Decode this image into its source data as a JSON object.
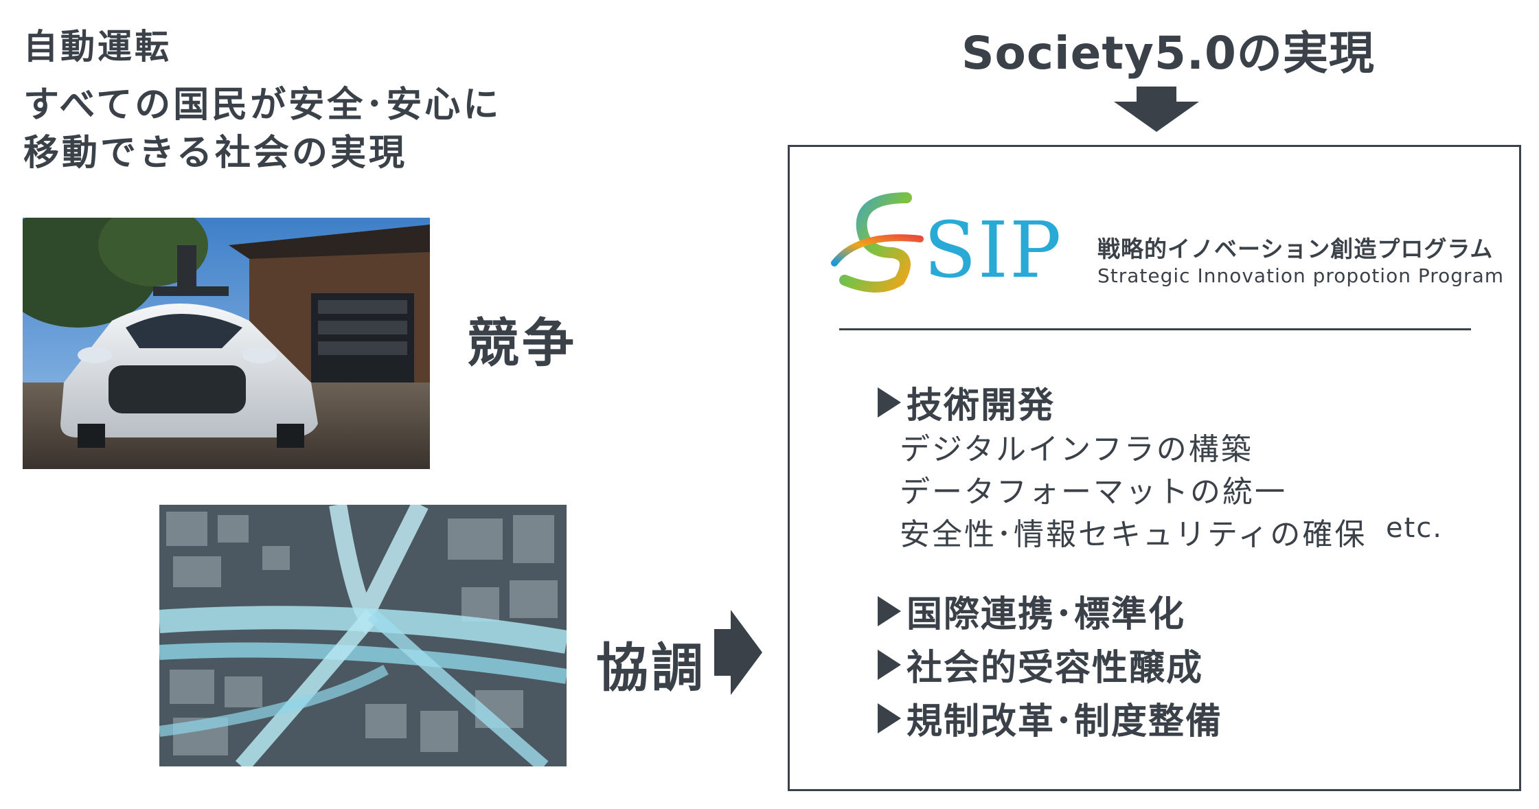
{
  "left": {
    "heading_small": "自動運転",
    "heading_line1": "すべての国民が安全･安心に",
    "heading_line2": "移動できる社会の実現",
    "competition_label": "競争",
    "cooperation_label": "協調"
  },
  "right": {
    "society_title": "Society5.0の実現",
    "sip_logo_text": "SIP",
    "sip_name_ja": "戦略的イノベーション創造プログラム",
    "sip_name_en": "Strategic Innovation propotion Program",
    "sections": [
      {
        "title": "技術開発",
        "items": [
          "デジタルインフラの構築",
          "データフォーマットの統一",
          "安全性･情報セキュリティの確保"
        ],
        "suffix": "etc."
      },
      {
        "title": "国際連携･標準化"
      },
      {
        "title": "社会的受容性醸成"
      },
      {
        "title": "規制改革･制度整備"
      }
    ]
  },
  "colors": {
    "text": "#3b4148",
    "arrow": "#3b4148",
    "box_border": "#3b4148"
  }
}
